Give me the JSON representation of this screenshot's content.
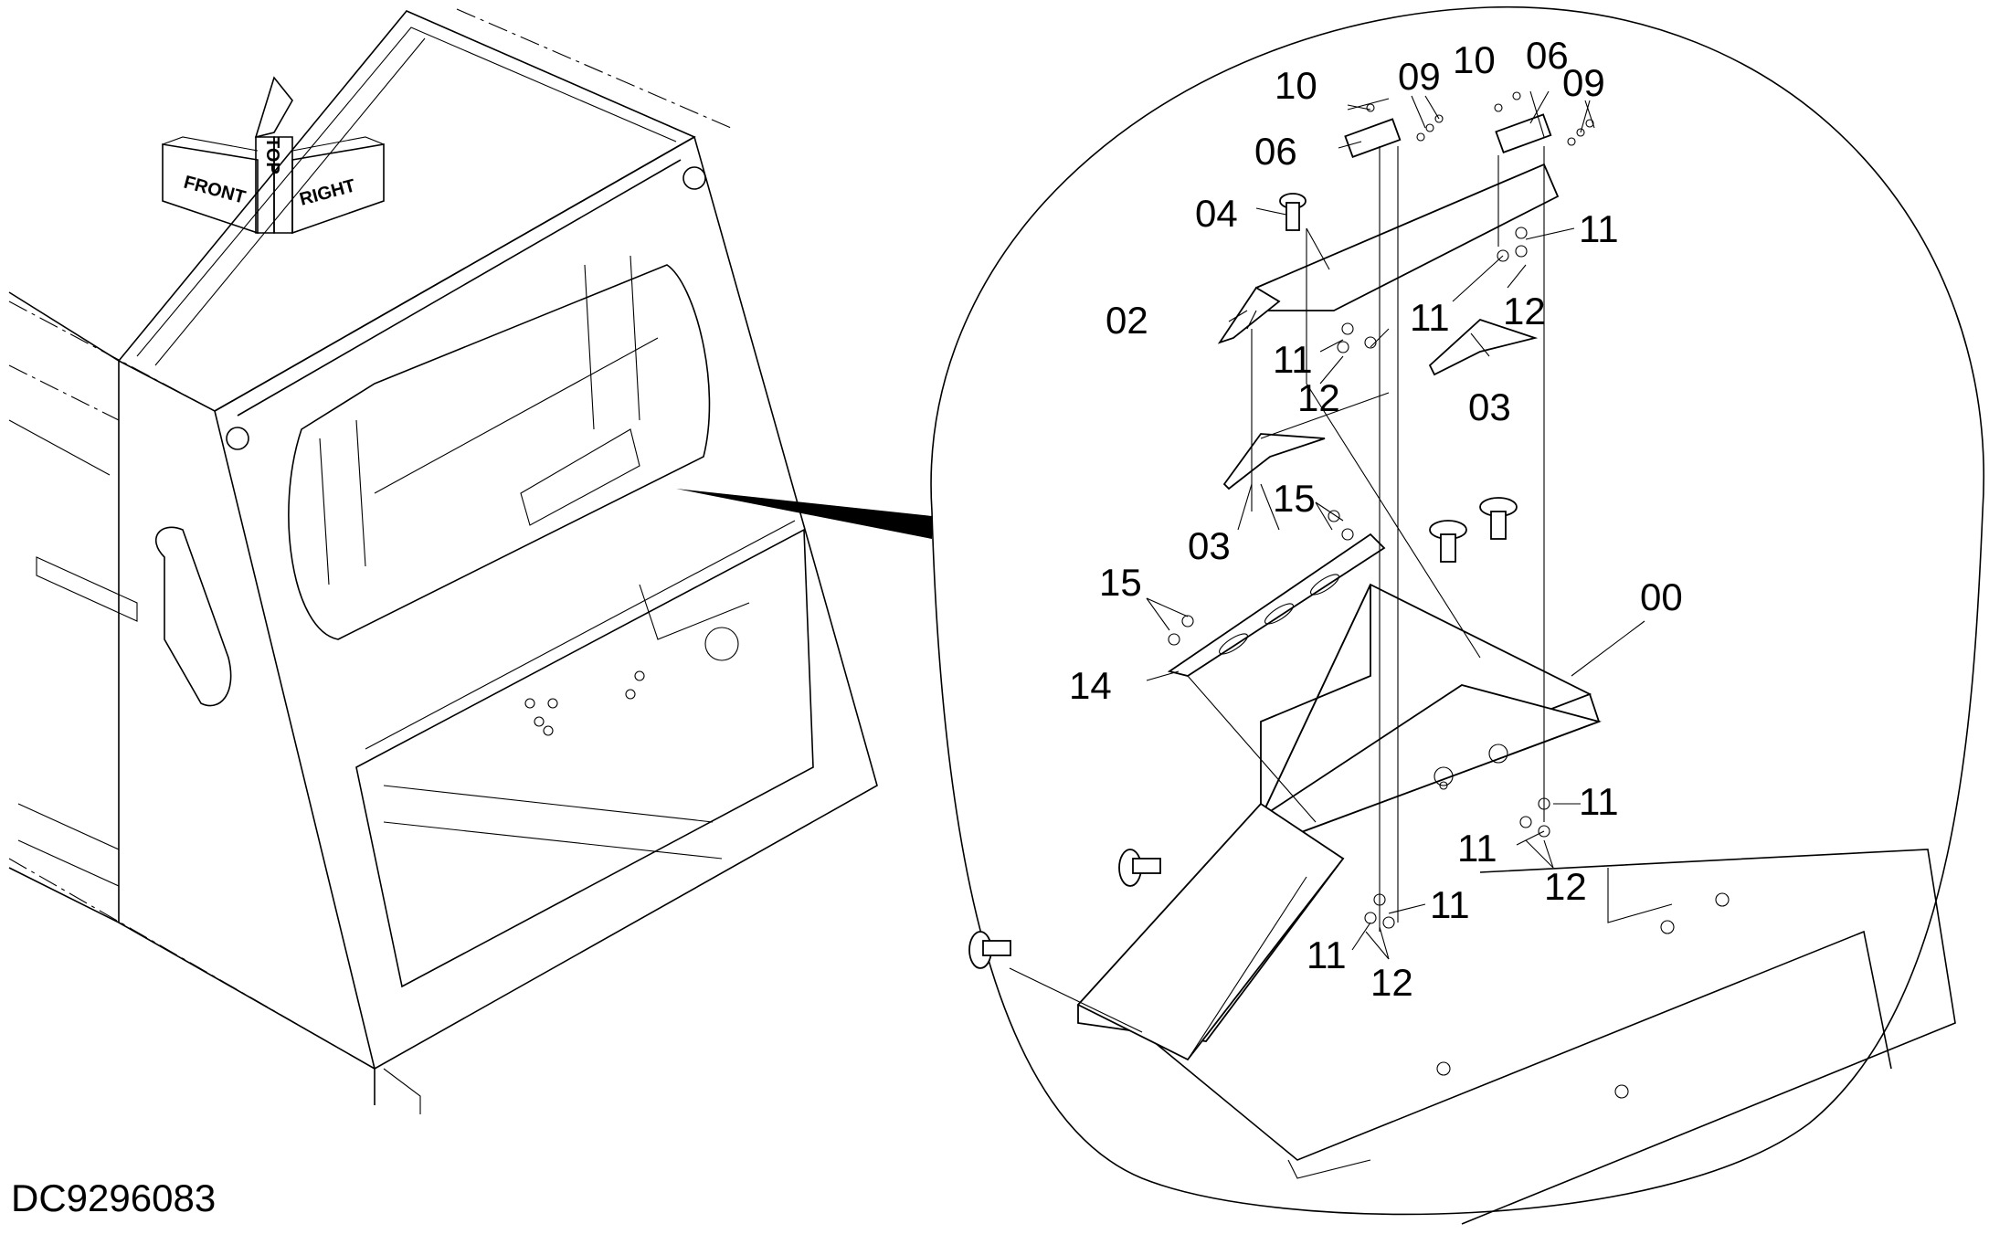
{
  "drawing_number": "DC9296083",
  "orientation": {
    "top": "TOP",
    "front": "FRONT",
    "right": "RIGHT"
  },
  "callouts": [
    {
      "id": "c10a",
      "label": "10"
    },
    {
      "id": "c09a",
      "label": "09"
    },
    {
      "id": "c10b",
      "label": "10"
    },
    {
      "id": "c06a",
      "label": "06"
    },
    {
      "id": "c09b",
      "label": "09"
    },
    {
      "id": "c06b",
      "label": "06"
    },
    {
      "id": "c04",
      "label": "04"
    },
    {
      "id": "c11a",
      "label": "11"
    },
    {
      "id": "c02",
      "label": "02"
    },
    {
      "id": "c11b",
      "label": "11"
    },
    {
      "id": "c12a",
      "label": "12"
    },
    {
      "id": "c11c",
      "label": "11"
    },
    {
      "id": "c12b",
      "label": "12"
    },
    {
      "id": "c03a",
      "label": "03"
    },
    {
      "id": "c15a",
      "label": "15"
    },
    {
      "id": "c03b",
      "label": "03"
    },
    {
      "id": "c15b",
      "label": "15"
    },
    {
      "id": "c00",
      "label": "00"
    },
    {
      "id": "c14",
      "label": "14"
    },
    {
      "id": "c11d",
      "label": "11"
    },
    {
      "id": "c11e",
      "label": "11"
    },
    {
      "id": "c12c",
      "label": "12"
    },
    {
      "id": "c11f",
      "label": "11"
    },
    {
      "id": "c11g",
      "label": "11"
    },
    {
      "id": "c12d",
      "label": "12"
    }
  ]
}
